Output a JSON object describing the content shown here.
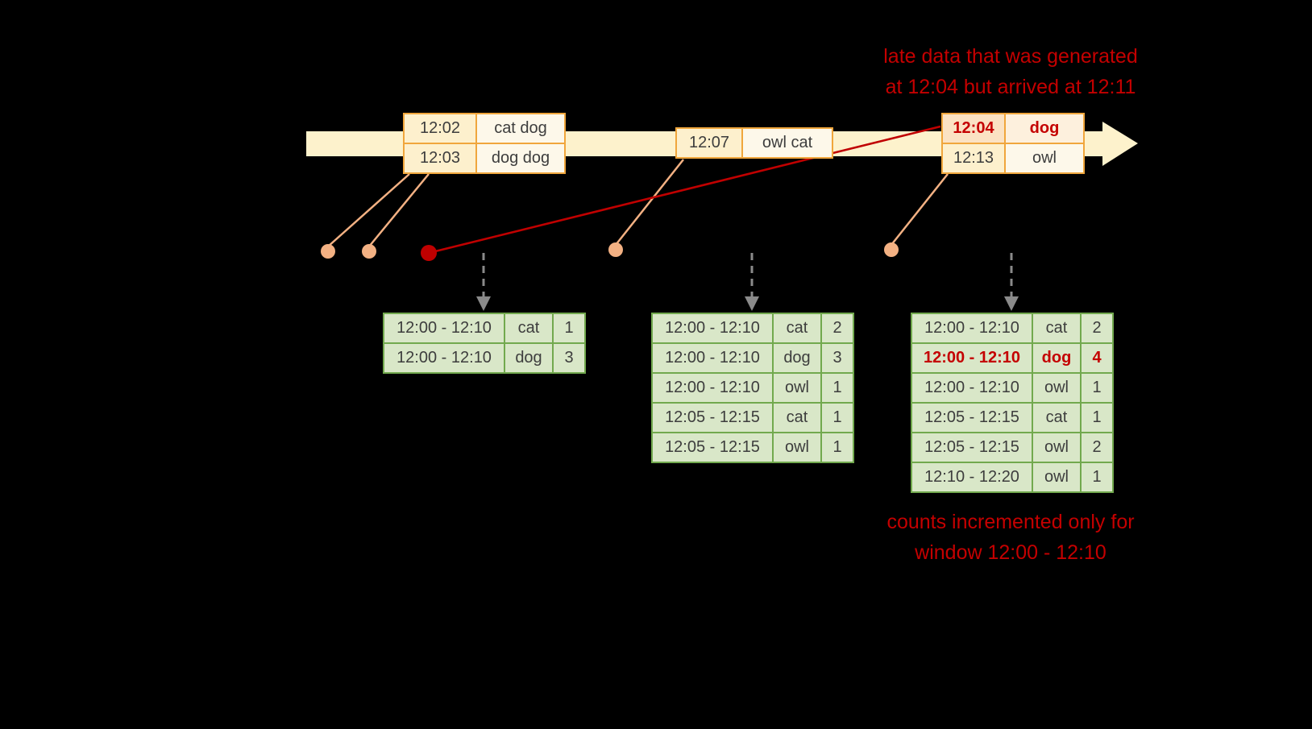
{
  "annotations": {
    "late_data_line1": "late data that was generated",
    "late_data_line2": "at 12:04 but arrived at 12:11",
    "counts_line1": "counts incremented only for",
    "counts_line2": "window 12:00 - 12:10"
  },
  "timeline_events": [
    {
      "rows": [
        {
          "time": "12:02",
          "words": "cat dog"
        },
        {
          "time": "12:03",
          "words": "dog dog"
        }
      ]
    },
    {
      "rows": [
        {
          "time": "12:07",
          "words": "owl cat"
        }
      ]
    },
    {
      "rows": [
        {
          "time": "12:04",
          "words": "dog"
        },
        {
          "time": "12:13",
          "words": "owl"
        }
      ]
    }
  ],
  "result_tables": [
    {
      "rows": [
        {
          "window": "12:00 - 12:10",
          "word": "cat",
          "count": "1"
        },
        {
          "window": "12:00 - 12:10",
          "word": "dog",
          "count": "3"
        }
      ]
    },
    {
      "rows": [
        {
          "window": "12:00 - 12:10",
          "word": "cat",
          "count": "2"
        },
        {
          "window": "12:00 - 12:10",
          "word": "dog",
          "count": "3"
        },
        {
          "window": "12:00 - 12:10",
          "word": "owl",
          "count": "1"
        },
        {
          "window": "12:05 - 12:15",
          "word": "cat",
          "count": "1"
        },
        {
          "window": "12:05 - 12:15",
          "word": "owl",
          "count": "1"
        }
      ]
    },
    {
      "rows": [
        {
          "window": "12:00 - 12:10",
          "word": "cat",
          "count": "2"
        },
        {
          "window": "12:00 - 12:10",
          "word": "dog",
          "count": "4"
        },
        {
          "window": "12:00 - 12:10",
          "word": "owl",
          "count": "1"
        },
        {
          "window": "12:05 - 12:15",
          "word": "cat",
          "count": "1"
        },
        {
          "window": "12:05 - 12:15",
          "word": "owl",
          "count": "2"
        },
        {
          "window": "12:10 - 12:20",
          "word": "owl",
          "count": "1"
        }
      ]
    }
  ],
  "colors": {
    "background": "#000000",
    "annotation_red": "#c40000",
    "timeline_band": "#fdf2cc",
    "event_border": "#f0a63c",
    "connector_orange": "#f3b183",
    "late_red": "#c00000",
    "table_border": "#72a94e",
    "table_fill": "#d9e7c8",
    "trigger_arrow_gray": "#8a8a8a"
  }
}
